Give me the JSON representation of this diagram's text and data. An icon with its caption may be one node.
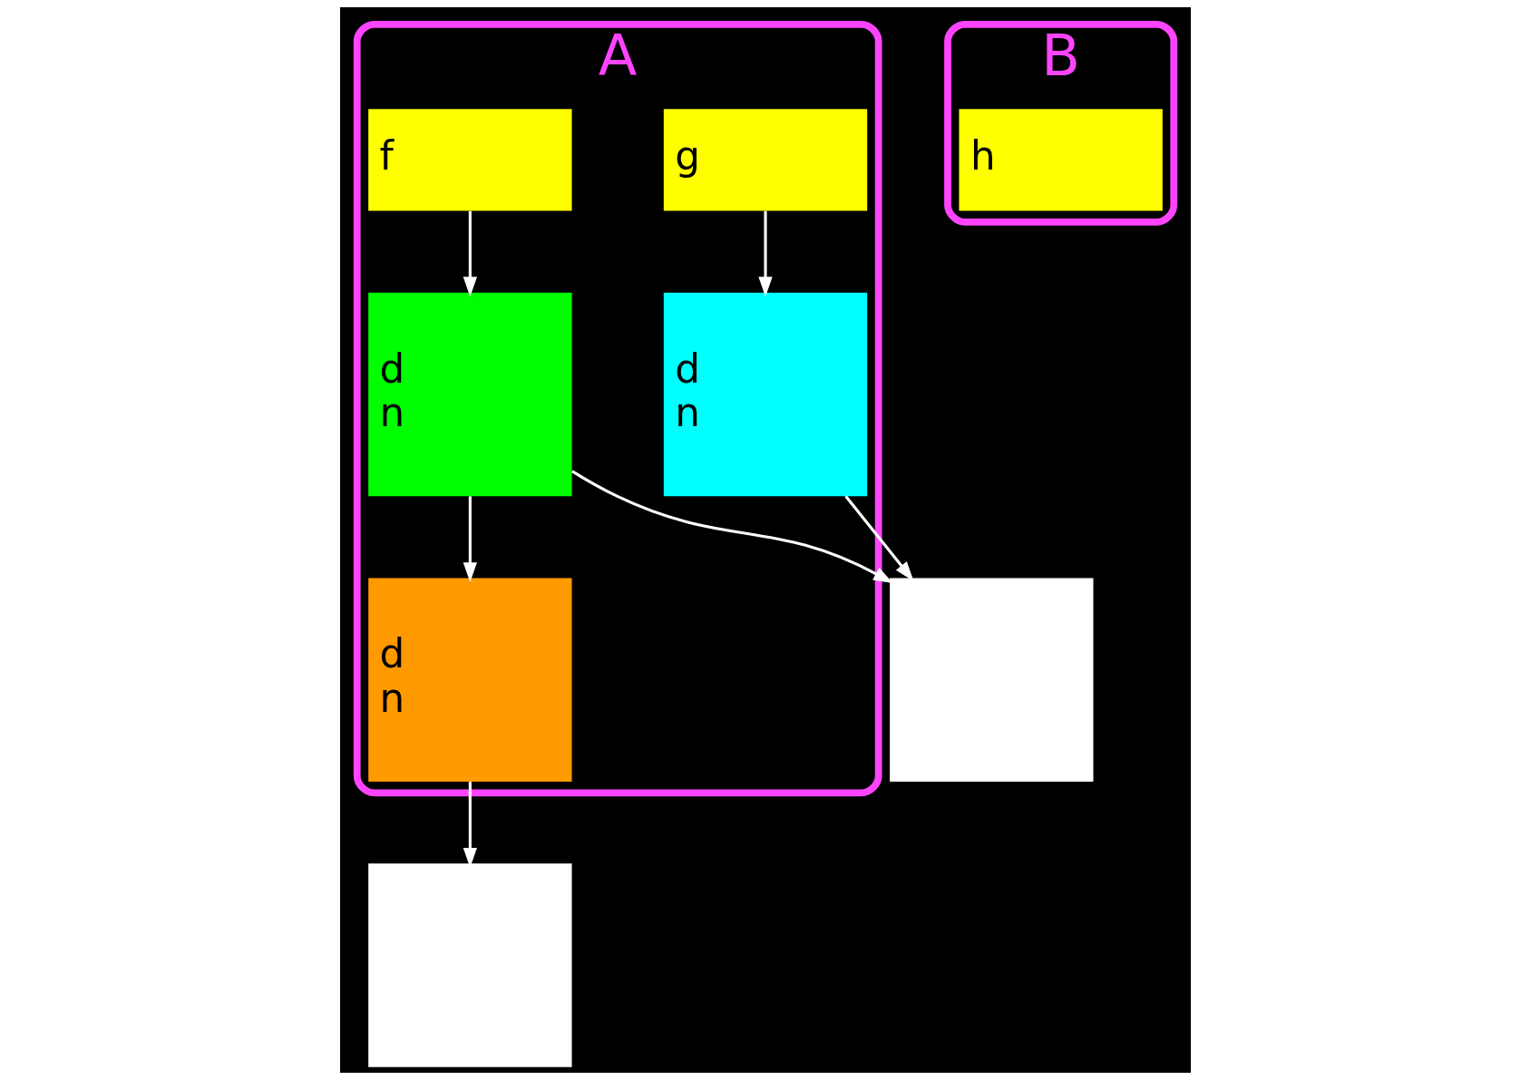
{
  "diagram": {
    "nodes": [
      {
        "text": [
          "A"
        ]
      },
      {
        "text": [
          "B"
        ]
      },
      {
        "text": [
          "f"
        ],
        "in": 0
      },
      {
        "text": [
          "g"
        ],
        "in": 0
      },
      {
        "text": [
          "h"
        ],
        "in": 1
      },
      {
        "text": [
          "d",
          "n"
        ],
        "in": 0
      },
      {
        "text": [
          "d",
          "n"
        ],
        "in": 0
      },
      {
        "text": [],
        "shape": "box"
      },
      {
        "text": [
          "d",
          "n"
        ],
        "in": 0
      },
      {
        "text": [],
        "shape": "box"
      }
    ],
    "edges": [
      {
        "from": 2,
        "to": 5,
        "arrow": "to"
      },
      {
        "from": 3,
        "to": 6,
        "arrow": "to"
      },
      {
        "from": 5,
        "to": 7,
        "arrow": "to"
      },
      {
        "from": 6,
        "to": 7,
        "arrow": "to"
      },
      {
        "from": 5,
        "to": 8,
        "arrow": "to"
      },
      {
        "from": 8,
        "to": 9,
        "arrow": "to"
      }
    ]
  }
}
